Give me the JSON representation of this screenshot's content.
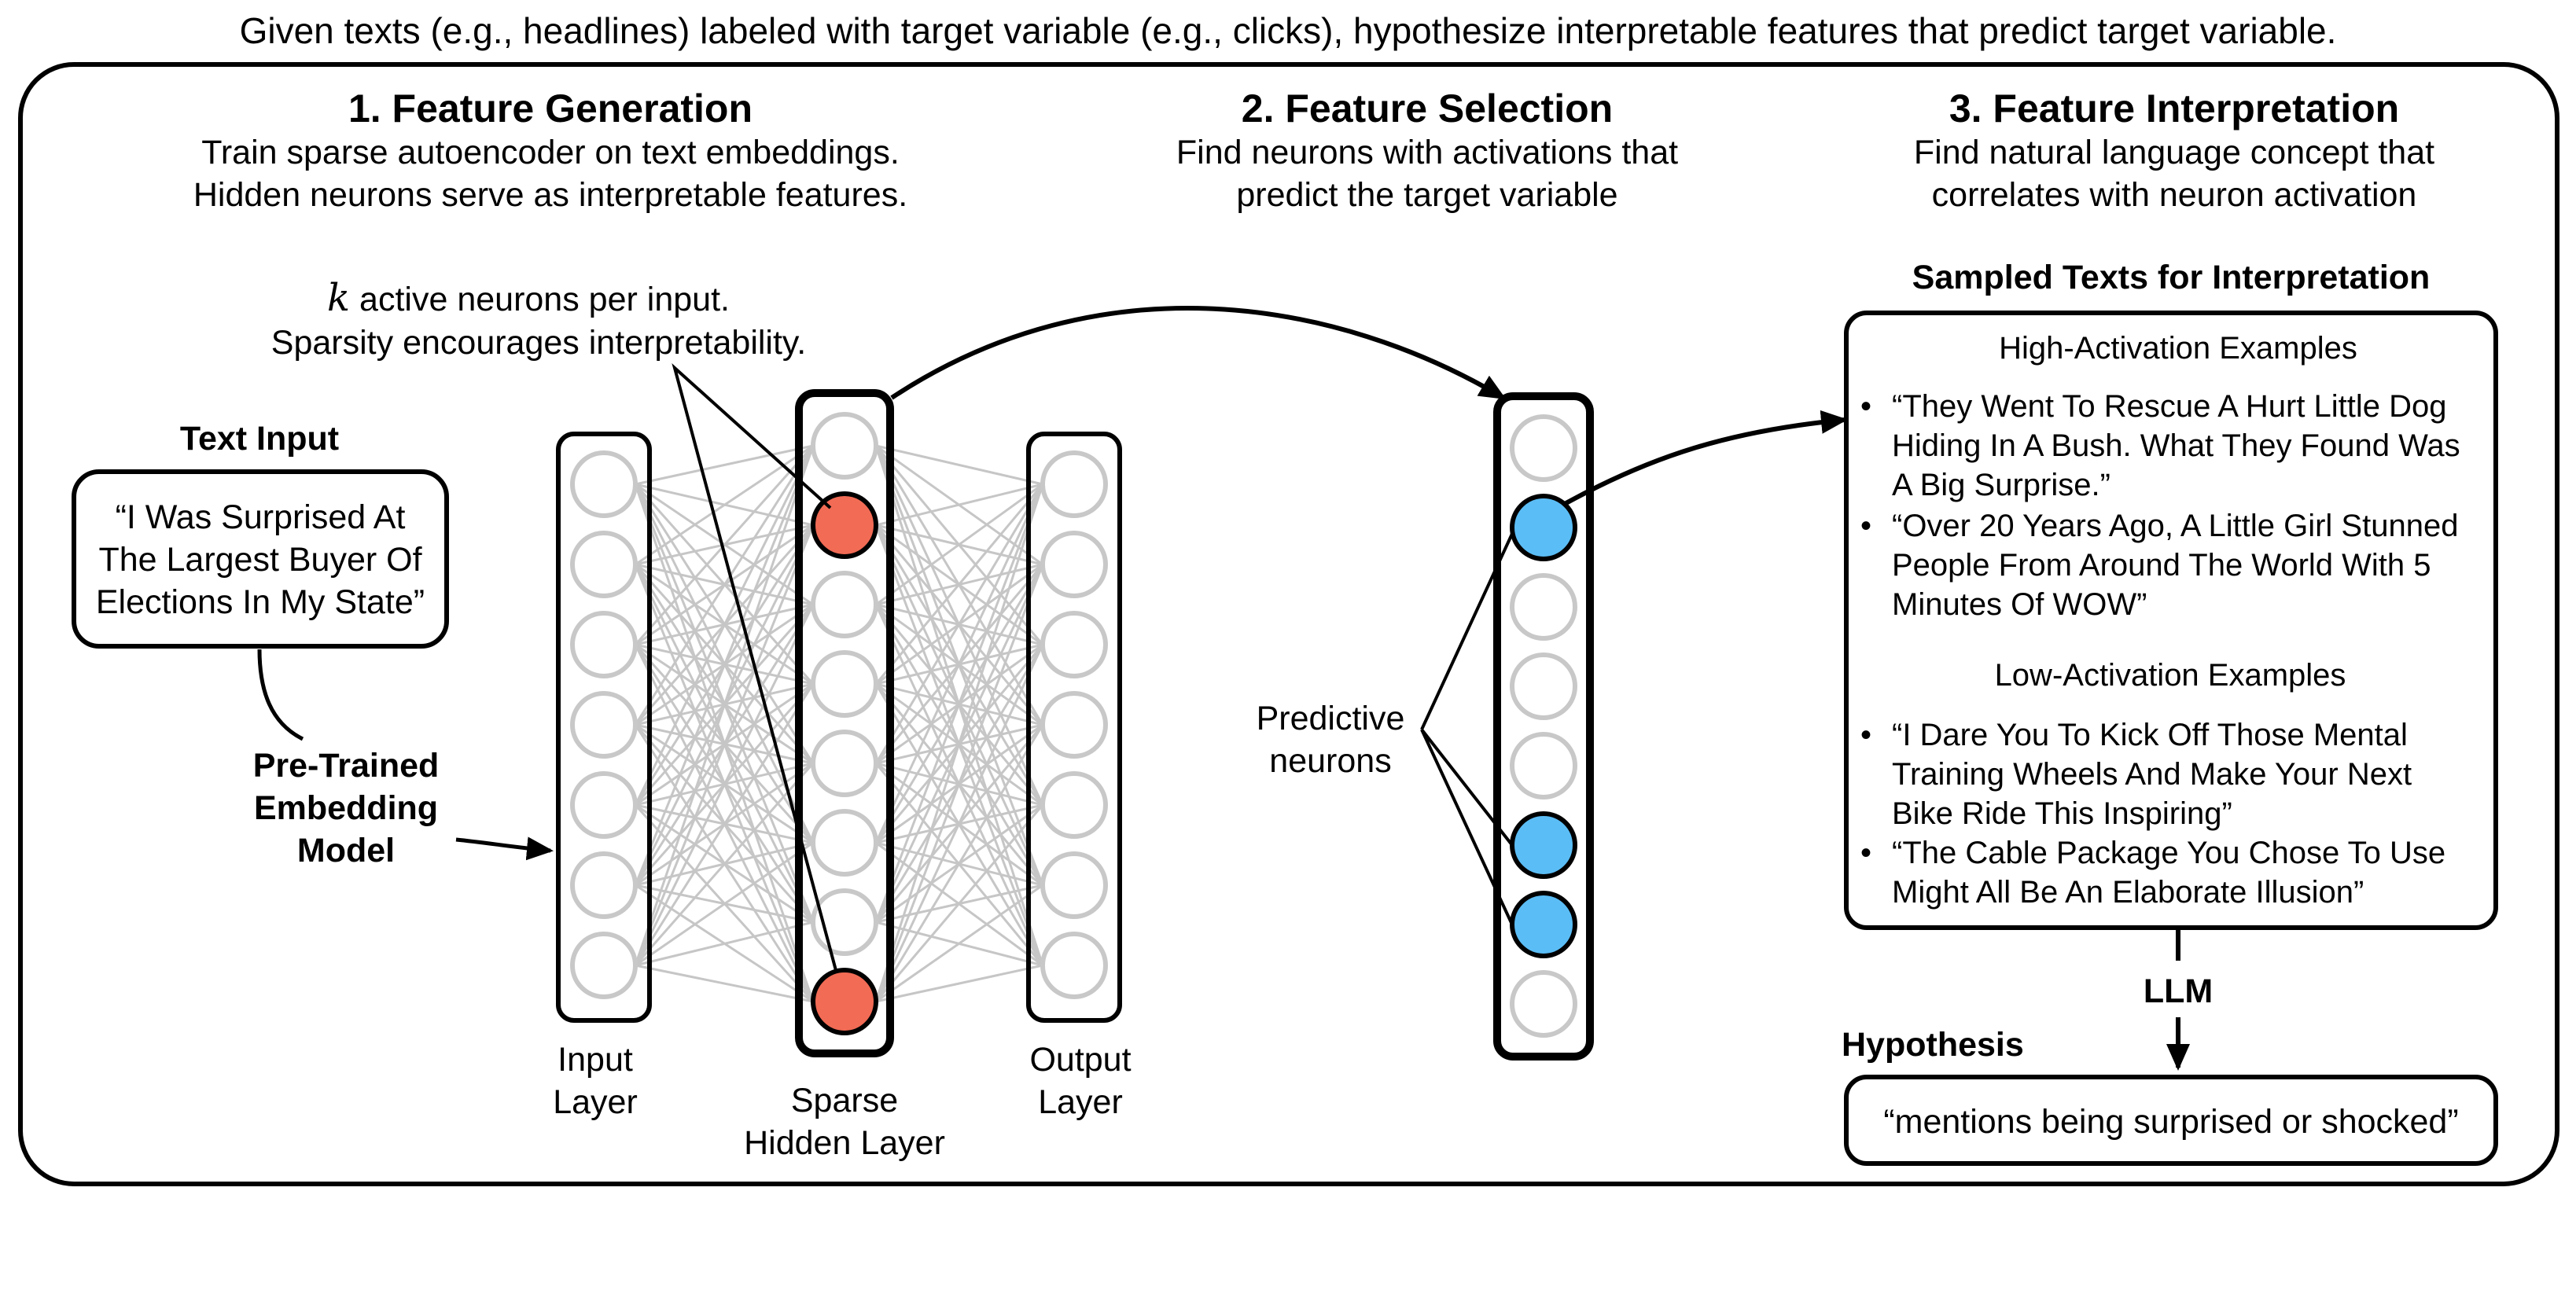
{
  "header": {
    "caption": "Given texts (e.g., headlines) labeled with target variable (e.g., clicks), hypothesize interpretable features that predict target variable."
  },
  "sections": [
    {
      "title": "1. Feature Generation",
      "desc": [
        "Train sparse autoencoder on text embeddings.",
        "Hidden neurons serve as interpretable features."
      ]
    },
    {
      "title": "2. Feature Selection",
      "desc": [
        "Find neurons with activations that",
        "predict the target variable"
      ]
    },
    {
      "title": "3. Feature Interpretation",
      "desc": [
        "Find natural language concept that",
        "correlates with neuron activation"
      ]
    }
  ],
  "generation": {
    "sparsity_note": {
      "k": "k",
      "line1_rest": " active neurons per input.",
      "line2": "Sparsity encourages interpretability."
    },
    "text_input": {
      "label": "Text Input",
      "lines": [
        "“I Was Surprised At",
        "The Largest Buyer Of",
        "Elections In My State”"
      ]
    },
    "embedding_model": [
      "Pre-Trained",
      "Embedding",
      "Model"
    ],
    "layers": {
      "input": [
        "Input",
        "Layer"
      ],
      "hidden": [
        "Sparse",
        "Hidden Layer"
      ],
      "output": [
        "Output",
        "Layer"
      ]
    },
    "input_neurons": 7,
    "hidden_neurons": 8,
    "hidden_active": [
      1,
      7
    ],
    "output_neurons": 7
  },
  "selection": {
    "predictive_label": [
      "Predictive",
      "neurons"
    ],
    "neurons": 8,
    "predictive": [
      1,
      5,
      6
    ]
  },
  "interpretation": {
    "sampled_title": "Sampled Texts for Interpretation",
    "high_title": "High-Activation Examples",
    "high_examples": [
      [
        "“They Went To Rescue A Hurt Little Dog",
        "Hiding In A Bush. What They Found Was",
        "A Big Surprise.”"
      ],
      [
        "“Over 20 Years Ago, A Little Girl Stunned",
        "People From Around The World With 5",
        "Minutes Of WOW”"
      ]
    ],
    "low_title": "Low-Activation Examples",
    "low_examples": [
      [
        "“I Dare You To Kick Off Those Mental",
        "Training Wheels And Make Your Next",
        "Bike Ride This Inspiring”"
      ],
      [
        "“The Cable Package You Chose To Use",
        "Might All Be An Elaborate Illusion”"
      ]
    ],
    "bullet": "•",
    "llm_label": "LLM",
    "hypothesis_label": "Hypothesis",
    "hypothesis_text": "“mentions being surprised or shocked”"
  },
  "colors": {
    "stroke": "#000000",
    "inactive_neuron": "#c8c8c8",
    "active_neuron": "#f26b55",
    "predictive_neuron": "#5bbdf5",
    "connection": "#c6c6c6"
  }
}
